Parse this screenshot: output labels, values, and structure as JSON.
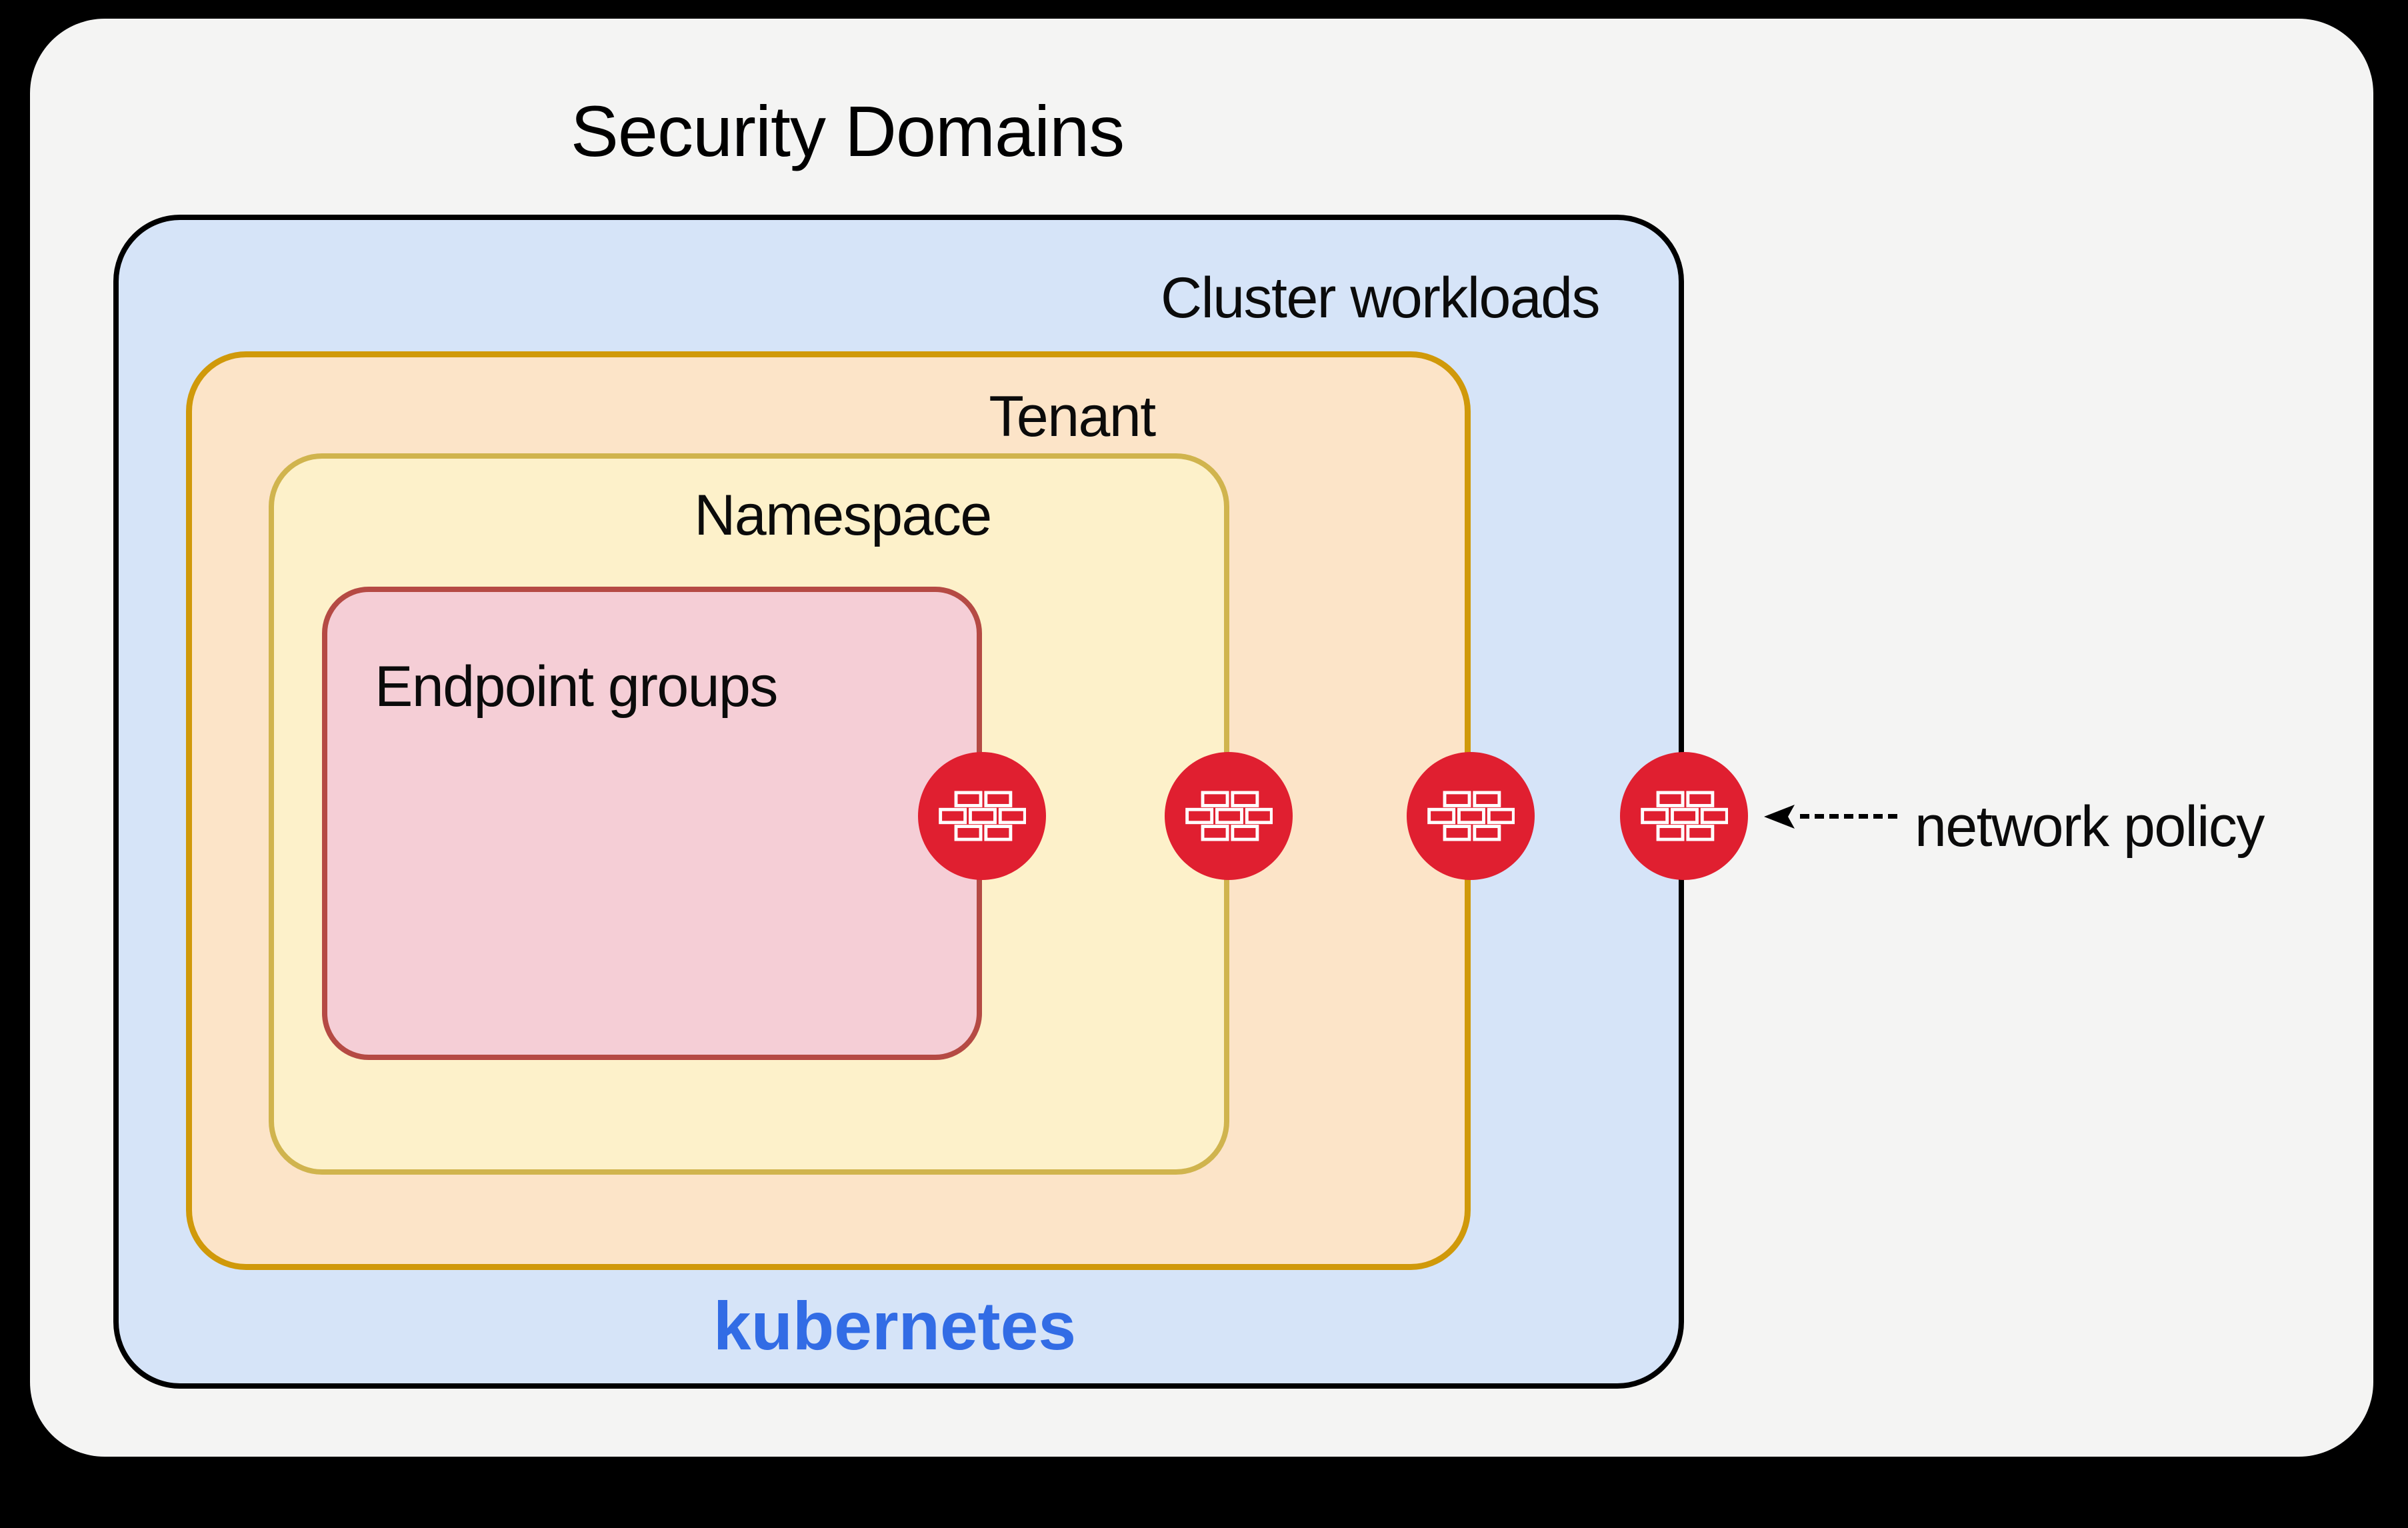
{
  "diagram": {
    "title": "Security Domains",
    "colors": {
      "background": "#000000",
      "canvas": "#f4f4f3",
      "cluster_fill": "#d6e4f8",
      "cluster_border": "#000000",
      "tenant_fill": "#fce4c8",
      "tenant_border": "#d0990a",
      "namespace_fill": "#fdf1ca",
      "namespace_border": "#d0b44e",
      "endpoint_fill": "#f5ced6",
      "endpoint_border": "#b54a44",
      "firewall_red": "#e01f30",
      "kubernetes_blue": "#326ce5",
      "text": "#000000"
    },
    "domains": [
      {
        "id": "cluster",
        "label": "Cluster workloads",
        "sublabel": "kubernetes"
      },
      {
        "id": "tenant",
        "label": "Tenant"
      },
      {
        "id": "namespace",
        "label": "Namespace"
      },
      {
        "id": "endpoint",
        "label": "Endpoint groups"
      }
    ],
    "firewalls": {
      "icon": "firewall-brick-icon",
      "count": 4,
      "placement": "one on the right border of each nested domain box"
    },
    "annotation": {
      "label": "network policy",
      "arrow": "dashed-left-arrow"
    }
  }
}
